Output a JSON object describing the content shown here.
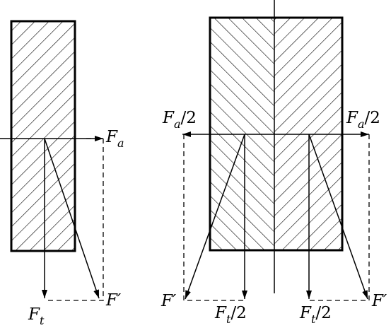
{
  "labels": {
    "fa_main": "F",
    "fa_main_sub": "a",
    "ft": "F",
    "ft_sub": "t",
    "fprime_left": "F′",
    "fa_half_left": "F",
    "fa_half_left_sub": "a",
    "fa_half_left_suffix": "/2",
    "fa_half_right": "F",
    "fa_half_right_sub": "a",
    "fa_half_right_suffix": "/2",
    "fprime_r1": "F′",
    "fprime_r2": "F′",
    "ft_half_left": "F",
    "ft_half_left_sub": "t",
    "ft_half_left_suffix": "/2",
    "ft_half_right": "F",
    "ft_half_right_sub": "t",
    "ft_half_right_suffix": "/2"
  }
}
